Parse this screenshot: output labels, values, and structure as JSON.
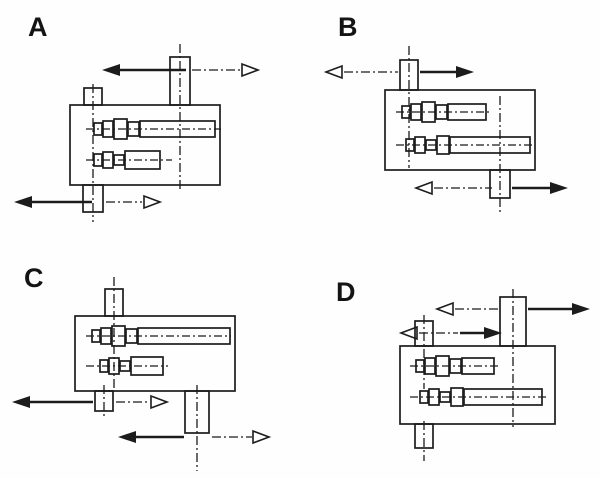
{
  "figure": {
    "background": "#fefefe",
    "ink": "#1c1c1c",
    "panels": [
      {
        "label": "A",
        "arrow_rows": [
          {
            "shaft": "top-right-shaft",
            "solid_arrow": "left",
            "hollow_arrow": "right"
          },
          {
            "shaft": "bottom-left-shaft",
            "solid_arrow": "left",
            "hollow_arrow": "right"
          }
        ]
      },
      {
        "label": "B",
        "arrow_rows": [
          {
            "shaft": "top-left-shaft",
            "solid_arrow": "right",
            "hollow_arrow": "left"
          },
          {
            "shaft": "bottom-right-shaft",
            "solid_arrow": "right",
            "hollow_arrow": "left"
          }
        ]
      },
      {
        "label": "C",
        "arrow_rows": [
          {
            "shaft": "bottom-left-shaft",
            "solid_arrow": "left",
            "hollow_arrow": "right"
          },
          {
            "shaft": "bottom-right-shaft",
            "solid_arrow": "left",
            "hollow_arrow": "right"
          }
        ]
      },
      {
        "label": "D",
        "arrow_rows": [
          {
            "shaft": "top-right-large-shaft",
            "solid_arrow": "right",
            "hollow_arrow": "left"
          },
          {
            "shaft": "top-left-shaft",
            "solid_arrow": "right",
            "hollow_arrow": "left"
          }
        ]
      }
    ]
  }
}
